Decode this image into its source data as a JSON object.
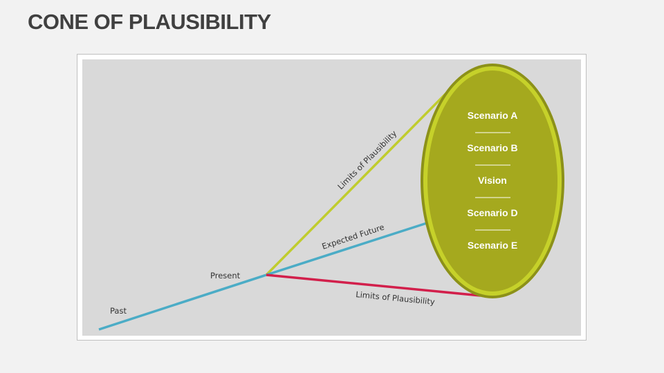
{
  "title": "CONE OF PLAUSIBILITY",
  "labels": {
    "past": "Past",
    "present": "Present",
    "expected_future": "Expected Future",
    "upper_limit": "Limits of Plausibility",
    "lower_limit": "Limits of Plausibility"
  },
  "scenarios": [
    "Scenario A",
    "Scenario B",
    "Vision",
    "Scenario D",
    "Scenario E"
  ],
  "colors": {
    "timeline": "#4bacc6",
    "upper_limit": "#c0cc2e",
    "lower_limit": "#d21f4b",
    "ellipse_fill": "#a5a91e",
    "ellipse_border": "#c6d12a",
    "ellipse_outer": "#8c9119"
  }
}
